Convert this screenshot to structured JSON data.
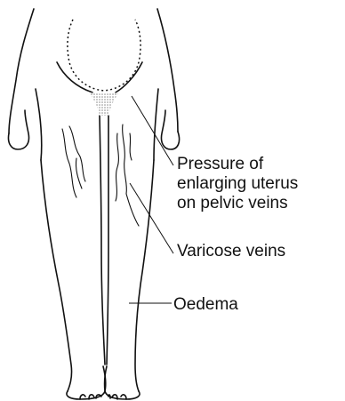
{
  "labels": {
    "pressure_line1": "Pressure of",
    "pressure_line2": "enlarging uterus",
    "pressure_line3": "on pelvic veins",
    "varicose": "Varicose veins",
    "oedema": "Oedema"
  },
  "colors": {
    "ink": "#111111",
    "background": "#ffffff",
    "pelvic_shading": "#9a9a9a"
  }
}
